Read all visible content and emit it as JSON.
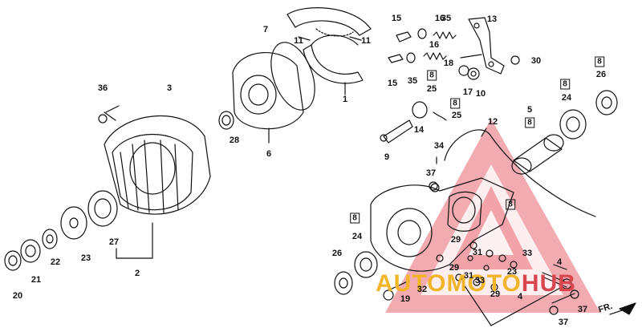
{
  "watermark": {
    "text_part1": "AUTOMOTO",
    "text_part2": "HUB"
  },
  "direction_label": "FR.",
  "callouts": [
    {
      "id": "c1",
      "text": "1"
    },
    {
      "id": "c2",
      "text": "2"
    },
    {
      "id": "c3",
      "text": "3"
    },
    {
      "id": "c4a",
      "text": "4"
    },
    {
      "id": "c4b",
      "text": "4"
    },
    {
      "id": "c5",
      "text": "5"
    },
    {
      "id": "c6",
      "text": "6"
    },
    {
      "id": "c7",
      "text": "7"
    },
    {
      "id": "c8a",
      "text": "8"
    },
    {
      "id": "c8b",
      "text": "8"
    },
    {
      "id": "c8c",
      "text": "8"
    },
    {
      "id": "c8d",
      "text": "8"
    },
    {
      "id": "c8e",
      "text": "8"
    },
    {
      "id": "c8f",
      "text": "8"
    },
    {
      "id": "c8g",
      "text": "8"
    },
    {
      "id": "c9",
      "text": "9"
    },
    {
      "id": "c10",
      "text": "10"
    },
    {
      "id": "c11a",
      "text": "11"
    },
    {
      "id": "c11b",
      "text": "11"
    },
    {
      "id": "c12",
      "text": "12"
    },
    {
      "id": "c13",
      "text": "13"
    },
    {
      "id": "c14",
      "text": "14"
    },
    {
      "id": "c15a",
      "text": "15"
    },
    {
      "id": "c15b",
      "text": "15"
    },
    {
      "id": "c16a",
      "text": "16"
    },
    {
      "id": "c16b",
      "text": "16"
    },
    {
      "id": "c17",
      "text": "17"
    },
    {
      "id": "c18",
      "text": "18"
    },
    {
      "id": "c19",
      "text": "19"
    },
    {
      "id": "c20",
      "text": "20"
    },
    {
      "id": "c21",
      "text": "21"
    },
    {
      "id": "c22",
      "text": "22"
    },
    {
      "id": "c23a",
      "text": "23"
    },
    {
      "id": "c23b",
      "text": "23"
    },
    {
      "id": "c24a",
      "text": "24"
    },
    {
      "id": "c24b",
      "text": "24"
    },
    {
      "id": "c25a",
      "text": "25"
    },
    {
      "id": "c25b",
      "text": "25"
    },
    {
      "id": "c26a",
      "text": "26"
    },
    {
      "id": "c26b",
      "text": "26"
    },
    {
      "id": "c27",
      "text": "27"
    },
    {
      "id": "c28",
      "text": "28"
    },
    {
      "id": "c29a",
      "text": "29"
    },
    {
      "id": "c29b",
      "text": "29"
    },
    {
      "id": "c29c",
      "text": "29"
    },
    {
      "id": "c30",
      "text": "30"
    },
    {
      "id": "c31a",
      "text": "31"
    },
    {
      "id": "c31b",
      "text": "31"
    },
    {
      "id": "c32",
      "text": "32"
    },
    {
      "id": "c33a",
      "text": "33"
    },
    {
      "id": "c33b",
      "text": "33"
    },
    {
      "id": "c34",
      "text": "34"
    },
    {
      "id": "c35a",
      "text": "35"
    },
    {
      "id": "c35b",
      "text": "35"
    },
    {
      "id": "c36",
      "text": "36"
    },
    {
      "id": "c37a",
      "text": "37"
    },
    {
      "id": "c37b",
      "text": "37"
    },
    {
      "id": "c37c",
      "text": "37"
    }
  ]
}
